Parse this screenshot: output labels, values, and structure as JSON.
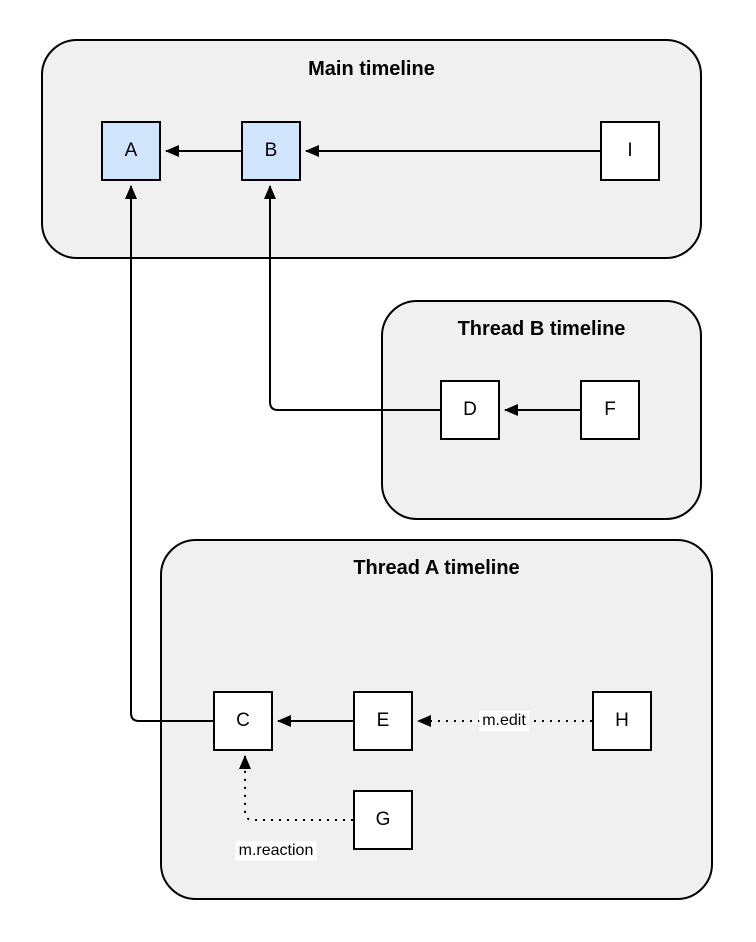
{
  "diagram": {
    "colors": {
      "container_fill": "#f0f0f0",
      "container_stroke": "#000000",
      "node_fill_default": "#ffffff",
      "node_fill_highlighted": "#d0e4fc",
      "node_stroke": "#000000",
      "edge_color": "#000000",
      "background": "#ffffff"
    },
    "containers": [
      {
        "id": "main",
        "title": "Main timeline"
      },
      {
        "id": "thread-b",
        "title": "Thread B timeline"
      },
      {
        "id": "thread-a",
        "title": "Thread A timeline"
      }
    ],
    "nodes": [
      {
        "id": "A",
        "label": "A",
        "container": "main",
        "highlighted": true
      },
      {
        "id": "B",
        "label": "B",
        "container": "main",
        "highlighted": true
      },
      {
        "id": "I",
        "label": "I",
        "container": "main",
        "highlighted": false
      },
      {
        "id": "D",
        "label": "D",
        "container": "thread-b",
        "highlighted": false
      },
      {
        "id": "F",
        "label": "F",
        "container": "thread-b",
        "highlighted": false
      },
      {
        "id": "C",
        "label": "C",
        "container": "thread-a",
        "highlighted": false
      },
      {
        "id": "E",
        "label": "E",
        "container": "thread-a",
        "highlighted": false
      },
      {
        "id": "H",
        "label": "H",
        "container": "thread-a",
        "highlighted": false
      },
      {
        "id": "G",
        "label": "G",
        "container": "thread-a",
        "highlighted": false
      }
    ],
    "edges": [
      {
        "from": "B",
        "to": "A",
        "style": "solid",
        "label": ""
      },
      {
        "from": "I",
        "to": "B",
        "style": "solid",
        "label": ""
      },
      {
        "from": "F",
        "to": "D",
        "style": "solid",
        "label": ""
      },
      {
        "from": "E",
        "to": "C",
        "style": "solid",
        "label": ""
      },
      {
        "from": "D",
        "to": "B",
        "style": "solid",
        "label": ""
      },
      {
        "from": "C",
        "to": "A",
        "style": "solid",
        "label": ""
      },
      {
        "from": "H",
        "to": "E",
        "style": "dotted",
        "label": "m.edit"
      },
      {
        "from": "G",
        "to": "C",
        "style": "dotted",
        "label": "m.reaction"
      }
    ]
  }
}
